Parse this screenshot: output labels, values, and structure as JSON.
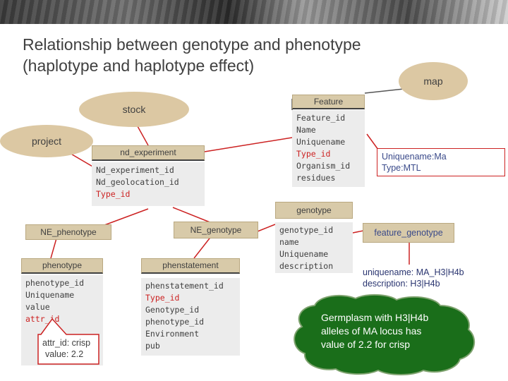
{
  "title": {
    "line1": "Relationship between genotype and phenotype",
    "line2": "(haplotype and haplotype effect)"
  },
  "nodes": {
    "map": "map",
    "stock": "stock",
    "project": "project",
    "feature_header": "Feature",
    "feature_fields": [
      "Feature_id",
      "Name",
      "Uniquename",
      "Type_id",
      "Organism_id",
      "residues"
    ],
    "nd_experiment_header": "nd_experiment",
    "nd_experiment_fields": [
      "Nd_experiment_id",
      "Nd_geolocation_id",
      "Type_id"
    ],
    "genotype_header": "genotype",
    "genotype_fields": [
      "genotype_id",
      "name",
      "Uniquename",
      "description"
    ],
    "ne_phenotype": "NE_phenotype",
    "ne_genotype": "NE_genotype",
    "phenotype_header": "phenotype",
    "phenotype_fields": [
      "phenotype_id",
      "Uniquename",
      "value",
      "attr_id"
    ],
    "phenstatement_header": "phenstatement",
    "phenstatement_fields": [
      "phenstatement_id",
      "Type_id",
      "Genotype_id",
      "phenotype_id",
      "Environment",
      "pub"
    ],
    "feature_genotype": "feature_genotype"
  },
  "annotations": {
    "uniquename_label": "Uniquename:",
    "uniquename_value": "Ma",
    "type_label": "Type:",
    "type_value": "MTL",
    "fg_uniquename_label": "uniquename:",
    "fg_uniquename_value": "MA_H3|H4b",
    "fg_description_label": "description:",
    "fg_description_value": "H3|H4b",
    "attr_label": "attr_id: crisp",
    "value_label": "value: 2.2",
    "germplasm_line1": "Germplasm with H3|H4b",
    "germplasm_line2": "alleles of MA locus has",
    "germplasm_line3": "value of 2.2 for crisp"
  },
  "colors": {
    "ellipse": "#dcc8a3",
    "header": "#d8caa9",
    "box": "#ececec",
    "link": "#cc2222",
    "blob": "#1a6e1a"
  }
}
